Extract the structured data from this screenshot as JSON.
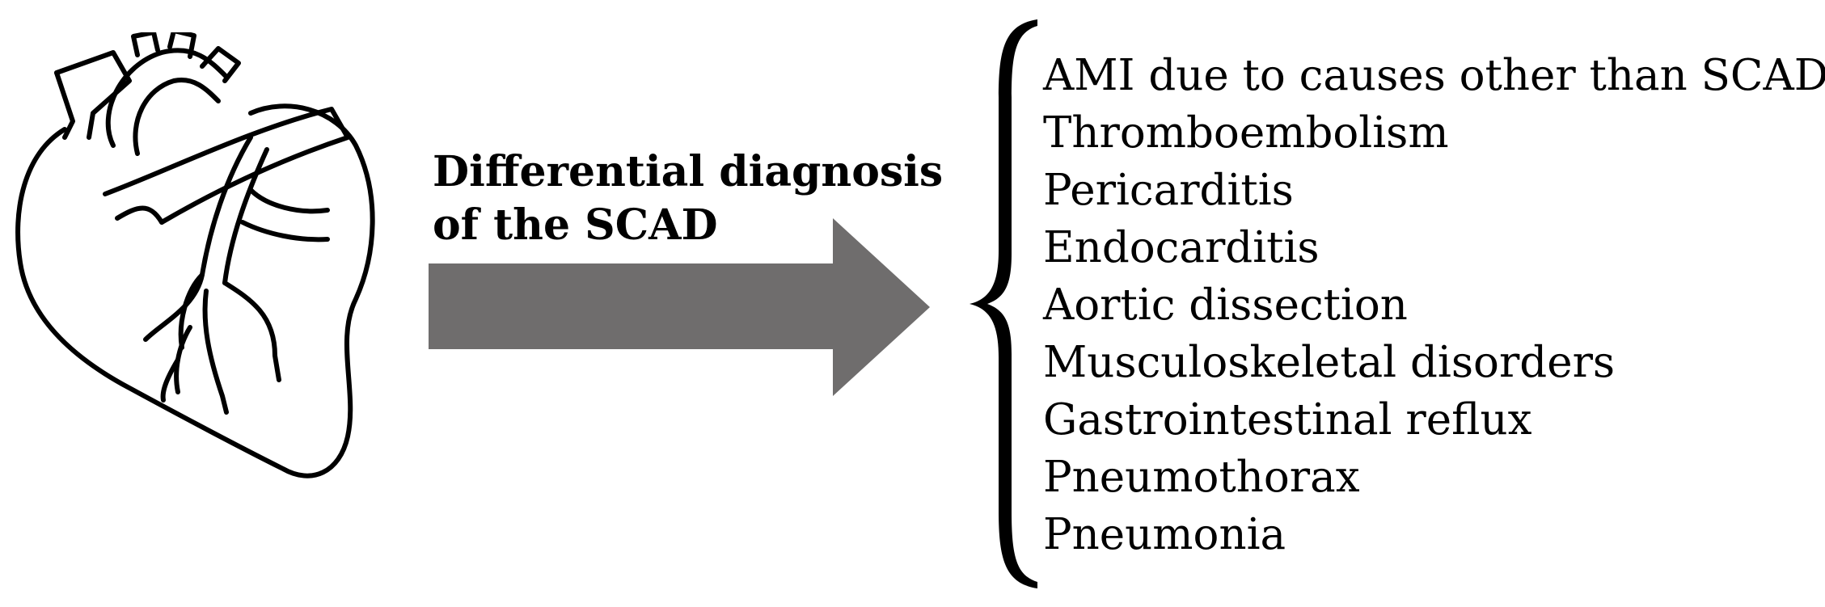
{
  "diagram": {
    "label_line1": "Differential diagnosis",
    "label_line2": "of the SCAD",
    "diagnoses": [
      "AMI due to causes other than SCAD",
      "Thromboembolism",
      "Pericarditis",
      "Endocarditis",
      "Aortic dissection",
      "Musculoskeletal disorders",
      "Gastrointestinal reflux",
      "Pneumothorax",
      "Pneumonia"
    ],
    "icons": {
      "heart": "heart-icon",
      "arrow": "arrow-right-icon",
      "brace": "curly-brace-icon"
    },
    "colors": {
      "arrow_fill": "#6f6d6d",
      "text": "#000000",
      "outline": "#000000",
      "background": "#ffffff"
    }
  }
}
